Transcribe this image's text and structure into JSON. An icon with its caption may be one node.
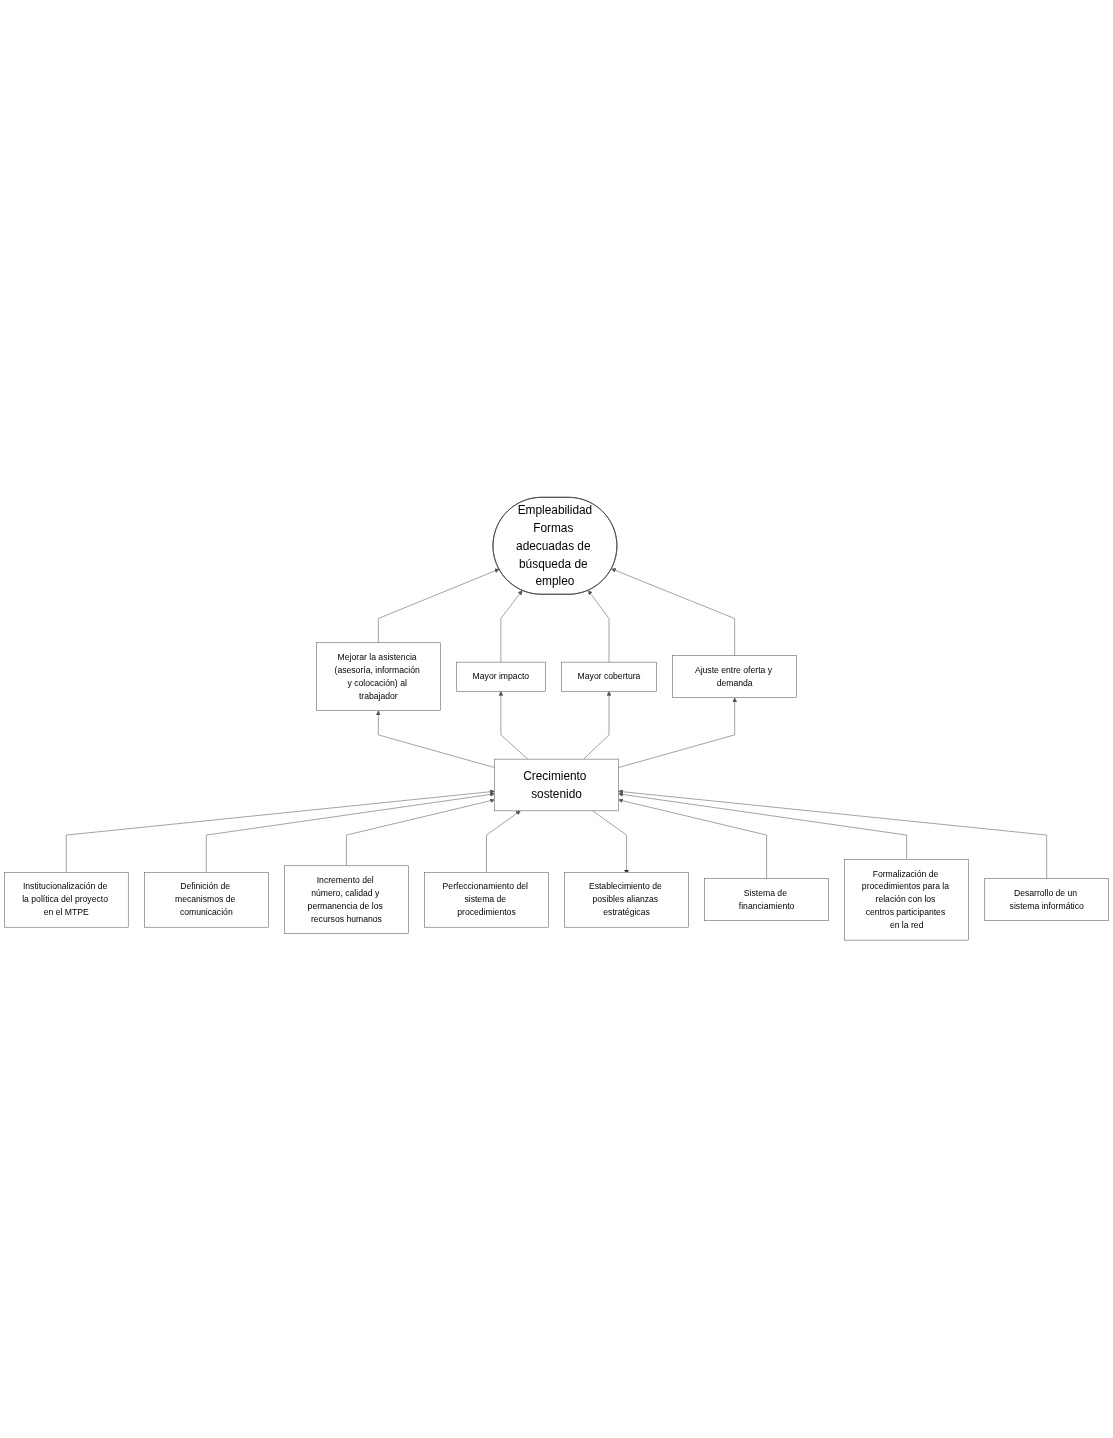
{
  "diagram": {
    "nodes": [
      {
        "text": [
          "Empleabilidad",
          "Formas adecuadas de búsqueda de empleo"
        ]
      },
      {
        "text": [
          "Mejorar la asistencia (asesoría, información y colocación) al trabajador"
        ]
      },
      {
        "text": [
          "Mayor impacto"
        ]
      },
      {
        "text": [
          "Mayor cobertura"
        ]
      },
      {
        "text": [
          "Ajuste entre oferta y demanda"
        ]
      },
      {
        "text": [
          "Crecimiento sostenido"
        ]
      },
      {
        "text": [
          "Institucionalización de la política del proyecto en el MTPE"
        ]
      },
      {
        "text": [
          "Definición de mecanismos de comunicación"
        ]
      },
      {
        "text": [
          "Incremento del número, calidad y permanencia de los recursos humanos"
        ]
      },
      {
        "text": [
          "Perfeccionamiento del sistema de procedimientos"
        ]
      },
      {
        "text": [
          "Establecimiento de posibles alianzas estratégicas"
        ]
      },
      {
        "text": [
          "Sistema de financiamiento"
        ]
      },
      {
        "text": [
          "Formalización de procedimientos para la relación con los centros participantes en la red"
        ]
      },
      {
        "text": [
          "Desarrollo de un sistema informático"
        ]
      }
    ],
    "edges": [
      {
        "from": 1,
        "to": 0,
        "arrow": "to"
      },
      {
        "from": 2,
        "to": 0,
        "arrow": "to"
      },
      {
        "from": 3,
        "to": 0,
        "arrow": "to"
      },
      {
        "from": 4,
        "to": 0,
        "arrow": "to"
      },
      {
        "from": 5,
        "to": 1,
        "arrow": "to"
      },
      {
        "from": 5,
        "to": 2,
        "arrow": "to"
      },
      {
        "from": 5,
        "to": 3,
        "arrow": "to"
      },
      {
        "from": 5,
        "to": 4,
        "arrow": "to"
      },
      {
        "from": 6,
        "to": 5,
        "arrow": "to"
      },
      {
        "from": 7,
        "to": 5,
        "arrow": "to"
      },
      {
        "from": 8,
        "to": 5,
        "arrow": "to"
      },
      {
        "from": 9,
        "to": 5,
        "arrow": "to"
      },
      {
        "from": 5,
        "to": 10,
        "arrow": "to"
      },
      {
        "from": 11,
        "to": 5,
        "arrow": "to"
      },
      {
        "from": 12,
        "to": 5,
        "arrow": "to"
      },
      {
        "from": 13,
        "to": 5,
        "arrow": "to"
      }
    ]
  }
}
